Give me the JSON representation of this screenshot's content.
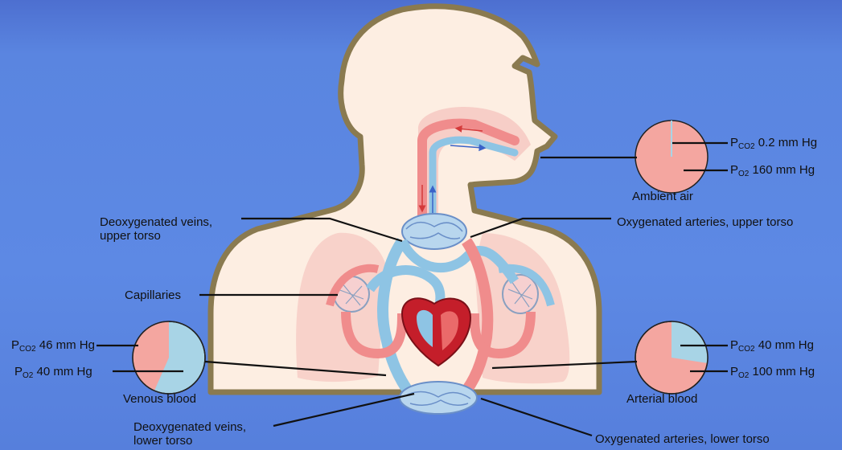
{
  "labels": {
    "deoxy_upper": "Deoxygenated veins,\nupper torso",
    "oxy_upper": "Oxygenated arteries, upper torso",
    "capillaries": "Capillaries",
    "deoxy_lower": "Deoxygenated veins,\nlower torso",
    "oxy_lower": "Oxygenated arteries, lower torso"
  },
  "gas_panels": {
    "ambient": {
      "caption": "Ambient air",
      "co2_label": "CO2",
      "co2_value": "0.2 mm Hg",
      "o2_label": "O2",
      "o2_value": "160 mm Hg"
    },
    "venous": {
      "caption": "Venous blood",
      "co2_label": "CO2",
      "co2_value": "46 mm Hg",
      "o2_label": "O2",
      "o2_value": "40 mm Hg"
    },
    "arterial": {
      "caption": "Arterial blood",
      "co2_label": "CO2",
      "co2_value": "40 mm Hg",
      "o2_label": "O2",
      "o2_value": "100 mm Hg"
    }
  },
  "pressure_symbol": "P",
  "colors": {
    "oxygenated": "#f08c8c",
    "deoxygenated": "#8ec4e4",
    "heart": "#c41e2a",
    "body": "#fdeee2",
    "body_outline": "#8a7a50",
    "lung": "#f6c8c2",
    "pie_o2": "#f4a6a0",
    "pie_co2": "#a8d4e6"
  }
}
